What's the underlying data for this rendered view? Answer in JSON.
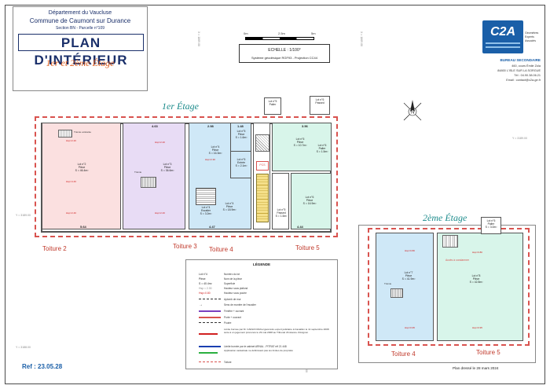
{
  "header": {
    "dept": "Département du Vaucluse",
    "commune": "Commune de Caumont sur Durance",
    "section": "Section BN - Parcelle n°109",
    "title": "PLAN D'INTÉRIEUR",
    "subtitle": "1er et 2ème Étage"
  },
  "scale": {
    "ticks": [
      "0m",
      "2.5m",
      "5m"
    ],
    "echelle": "ECHELLE : 1/100°",
    "system": "Système géodésique RGF93 - Projection CC44"
  },
  "company": {
    "logo_text": "C2A",
    "name_lines": [
      "Géomètres",
      "Experts",
      "Associés"
    ],
    "office": "BUREAU SECONDAIRE",
    "address1": "460, cours Émile Zola",
    "address2": "84800 L'ISLE SUR LA SORGUE",
    "tel": "Tél : 04.90.38.06.21",
    "email": "Email : contact@c2a-ge.fr"
  },
  "floor1": {
    "title": "1er Étage",
    "top_dims": [
      "4.63",
      "2.98",
      "1.48",
      "3.56"
    ],
    "bottom_dims": [
      "5.64",
      "4.47",
      "4.44"
    ],
    "rooms": [
      {
        "label": "Lot n°2\nPièce\nS = 46.4m²",
        "note": "Trémie existante"
      },
      {
        "label": "Lot n°3\nPièce\nS = 36.6m²",
        "note": "Trémie"
      },
      {
        "label": "Lot n°4\nPièce\nS = 16.3m²"
      },
      {
        "label": "Lot n°5\nPièce\nS = 1.6m²"
      },
      {
        "label": "Lot n°6\nEntrée\nS = 2.1m²"
      },
      {
        "label": "Lot n°4\nEscalier\nS = 3.2m²"
      },
      {
        "label": "Lot n°4\nPièce\nS = 18.9m²"
      },
      {
        "label": "Lot n°6\nPièce\nS = 10.7m²"
      },
      {
        "label": "Lot n°6\nPièce\nS = 16.9m²"
      },
      {
        "label": "Lot n°6\nPalier\nS = 1.5m²"
      },
      {
        "label": "Lot n°5\nPassed\nS = 1.5m²"
      }
    ],
    "callouts": [
      "Lot n°5\nPalier",
      "Lot n°6\nPassed"
    ],
    "pcs": "PCS"
  },
  "floor2": {
    "title": "2ème Étage",
    "rooms": [
      {
        "label": "Lot n°7\nPièce\nS = 41.9m²",
        "note": "Trémie"
      },
      {
        "label": "Lot n°8\nPièce\nS = 42.8m²",
        "note": "Accès à condamner"
      }
    ],
    "callouts": [
      "Lot n°6\nPalier\nS = 3.0m²"
    ]
  },
  "roofs": [
    "Toiture 2",
    "Toiture 3",
    "Toiture 4",
    "Toiture 5",
    "Toiture 4",
    "Toiture 5"
  ],
  "coords": [
    "X = 1869.00",
    "X = 1869.00",
    "Y = 3189.00",
    "Y = 3189.00",
    "Y = 3188.00",
    "X = 1869.00"
  ],
  "legend": {
    "title": "LÉGENDE",
    "items": [
      {
        "sym": "Lot n°4",
        "text": "Numéro du lot"
      },
      {
        "sym": "Pièce",
        "text": "Nom de la pièce"
      },
      {
        "sym": "S = 40.4m²",
        "text": "Superficie"
      },
      {
        "sym": "Hsp = 2.30",
        "text": "Hauteur sous plafond"
      },
      {
        "sym": "Hsp=0.80",
        "text": "Hauteur sous poutre"
      },
      {
        "sym": "",
        "text": "Aplomb de mur"
      },
      {
        "sym": "",
        "text": "Sens de montée de l'escalier"
      },
      {
        "sym": "",
        "text": "Fenêtre + ouvrant"
      },
      {
        "sym": "",
        "text": "Porte + ouvrant"
      },
      {
        "sym": "",
        "text": "Poutre"
      },
      {
        "sym": "",
        "text": "Limite bornée par M. CARLIN Michel géomètre expert judiciaire à Cavaillon le 11 septembre 2008 suite à un jugement prononcé le 29 mai 2008 au Tribunal d'Instance d'Avignon"
      },
      {
        "sym": "",
        "text": "Limite bornée par le cabinet ARNAL - PITRAT réf 21 448"
      },
      {
        "sym": "",
        "text": "Application cadastrale ne définissant pas les limites de propriété"
      },
      {
        "sym": "",
        "text": "Toiture"
      }
    ]
  },
  "footer": {
    "ref": "Ref : 23.05.28",
    "date": "Plan dressé le 28 mars 2024"
  },
  "colors": {
    "accent_blue": "#1a5fa8",
    "wall_red": "#d9534f",
    "room_pink": "#fbe0e0",
    "room_purple": "#e8dcf5",
    "room_blue": "#cfe8f7",
    "room_green": "#d8f5ea",
    "roof_text": "#c0392b"
  }
}
